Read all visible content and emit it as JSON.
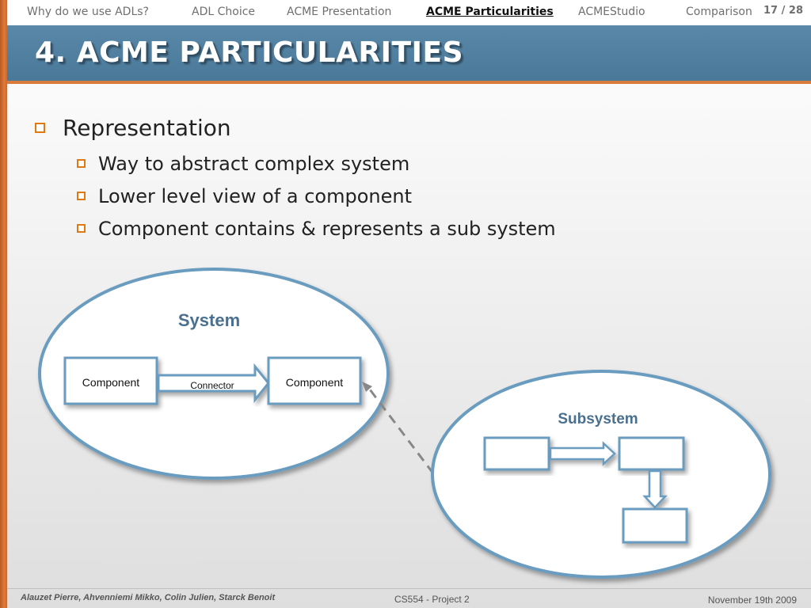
{
  "nav": {
    "items": [
      {
        "label": "Why do we use ADLs?",
        "active": false
      },
      {
        "label": "ADL Choice",
        "active": false
      },
      {
        "label": "ACME Presentation",
        "active": false
      },
      {
        "label": "ACME Particularities",
        "active": true
      },
      {
        "label": "ACMEStudio",
        "active": false
      },
      {
        "label": "Comparison",
        "active": false
      }
    ],
    "page": "17 / 28"
  },
  "slide": {
    "title": "4. ACME PARTICULARITIES",
    "bullet_main": "Representation",
    "sub_bullets": [
      "Way to abstract complex system",
      "Lower level view of a component",
      "Component contains & represents a sub system"
    ]
  },
  "diagram": {
    "system_label": "System",
    "component_left": "Component",
    "connector": "Connector",
    "component_right": "Component",
    "subsystem_label": "Subsystem"
  },
  "footer": {
    "authors": "Alauzet Pierre, Ahvenniemi Mikko, Colin Julien, Starck Benoit",
    "course": "CS554 - Project 2",
    "date": "November 19th 2009"
  },
  "colors": {
    "accent_orange": "#e07a3a",
    "title_blue": "#4f7fa1",
    "diagram_blue": "#6a9cc0",
    "label_blue": "#4a7090"
  }
}
